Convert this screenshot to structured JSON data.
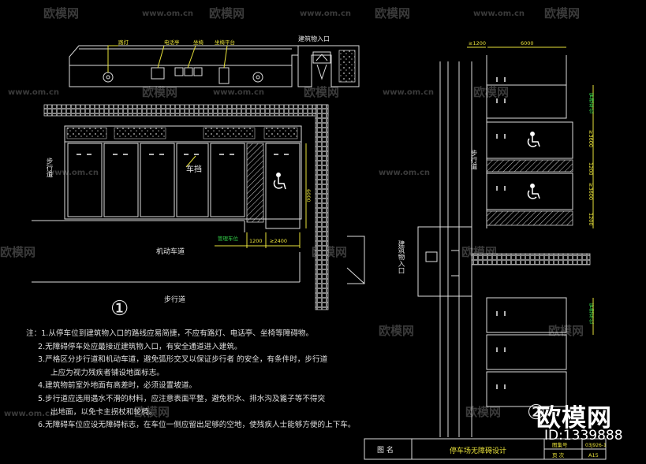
{
  "watermark": {
    "brand": "欧模网",
    "url": "www.om.cn"
  },
  "plan1": {
    "labels": {
      "streetlight": "路灯",
      "phonebooth": "电话亭",
      "seat": "坐椅",
      "bench": "坐椅平台",
      "entrance": "建筑物入口",
      "sidewalk_left": "步行道",
      "car_stop": "车挡",
      "carriageway": "机动车道",
      "sidewalk_bottom": "步行道",
      "dim_length": "6000",
      "dim_aisle": "1200",
      "dim_space": "≥2400",
      "dim_guide": "管理车位",
      "circle_number": "①"
    }
  },
  "plan2": {
    "labels": {
      "dim_top_left": "≥1200",
      "dim_top_right": "6000",
      "sidewalk": "步行道",
      "entrance": "建筑物入口",
      "dim_right_1": "管理车位",
      "dim_right_2": "≥3600",
      "dim_right_3": "1200",
      "dim_right_4": "≥3600",
      "dim_right_5": "1200",
      "dim_right_6": "管理车位",
      "circle_number": "②"
    }
  },
  "notes": {
    "title": "注：",
    "items": [
      "1.从停车位到建筑物入口的路线应易简捷，不应有路灯、电话亭、坐椅等障碍物。",
      "2.无障碍停车处应最接近建筑物入口，有安全通道进入建筑。",
      "3.严格区分步行道和机动车道，避免弧形交叉以保证步行者 的安全，有条件时，步行道",
      "上应为视力残疾者铺设地面标志。",
      "4.建筑物前室外地面有高差时，必须设置坡道。",
      "5.步行道应选用遇水不滑的材料，应注意表面平整，避免积水、排水沟及篦子等不得突",
      "出地面，以免卡主拐杖和轮椅。",
      "6.无障碍车位应设无障碍标志，在车位一侧应留出足够的空地，使残疾人士能够方便的上下车。"
    ]
  },
  "title_block": {
    "name_label": "图 名",
    "name_value": "停车场无障碍设计",
    "code_label": "图集号",
    "code_value": "03J926-1",
    "page_label": "页 次",
    "page_value": "A15"
  },
  "branding": {
    "logo": "欧模网",
    "id": "ID:1339888"
  }
}
